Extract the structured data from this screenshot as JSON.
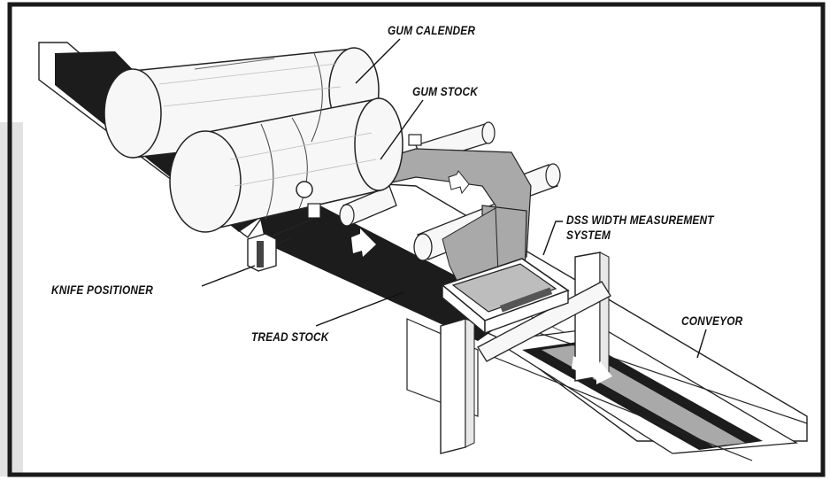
{
  "diagram": {
    "labels": {
      "gum_calender": "GUM CALENDER",
      "gum_stock": "GUM STOCK",
      "dss_width_measurement_system": "DSS WIDTH MEASUREMENT SYSTEM",
      "knife_positioner": "KNIFE POSITIONER",
      "tread_stock": "TREAD STOCK",
      "conveyor": "CONVEYOR"
    },
    "colors": {
      "frame": "#1a1a1a",
      "side_panel": "#e2e2e2",
      "tread_stock": "#1c1c1c",
      "gum_stock": "#a9a9a9",
      "roller": "#f7f7f7",
      "outline": "#222222"
    }
  }
}
